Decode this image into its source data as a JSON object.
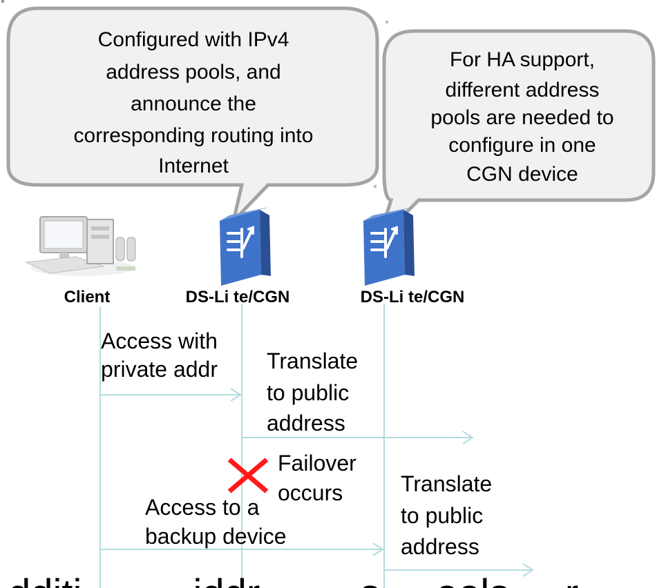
{
  "callouts": {
    "left": [
      "Configured with IPv4",
      "address pools, and",
      "announce the",
      "corresponding routing into",
      "Internet"
    ],
    "right": [
      "For HA support,",
      "different address",
      "pools are needed to",
      "configure in one",
      "CGN device"
    ]
  },
  "nodes": {
    "client": "Client",
    "cgn1": "DS-Li te/CGN",
    "cgn2": "DS-Li te/CGN"
  },
  "messages": {
    "access_private": [
      "Access with",
      "private addr"
    ],
    "translate_1": [
      "Translate",
      "to public",
      "address"
    ],
    "failover": [
      "Failover",
      "occurs"
    ],
    "access_backup": [
      "Access to a",
      "backup device"
    ],
    "translate_2": [
      "Translate",
      "to public",
      "address"
    ]
  },
  "bottom_text": "dditi          iddr         s     ools     r"
}
